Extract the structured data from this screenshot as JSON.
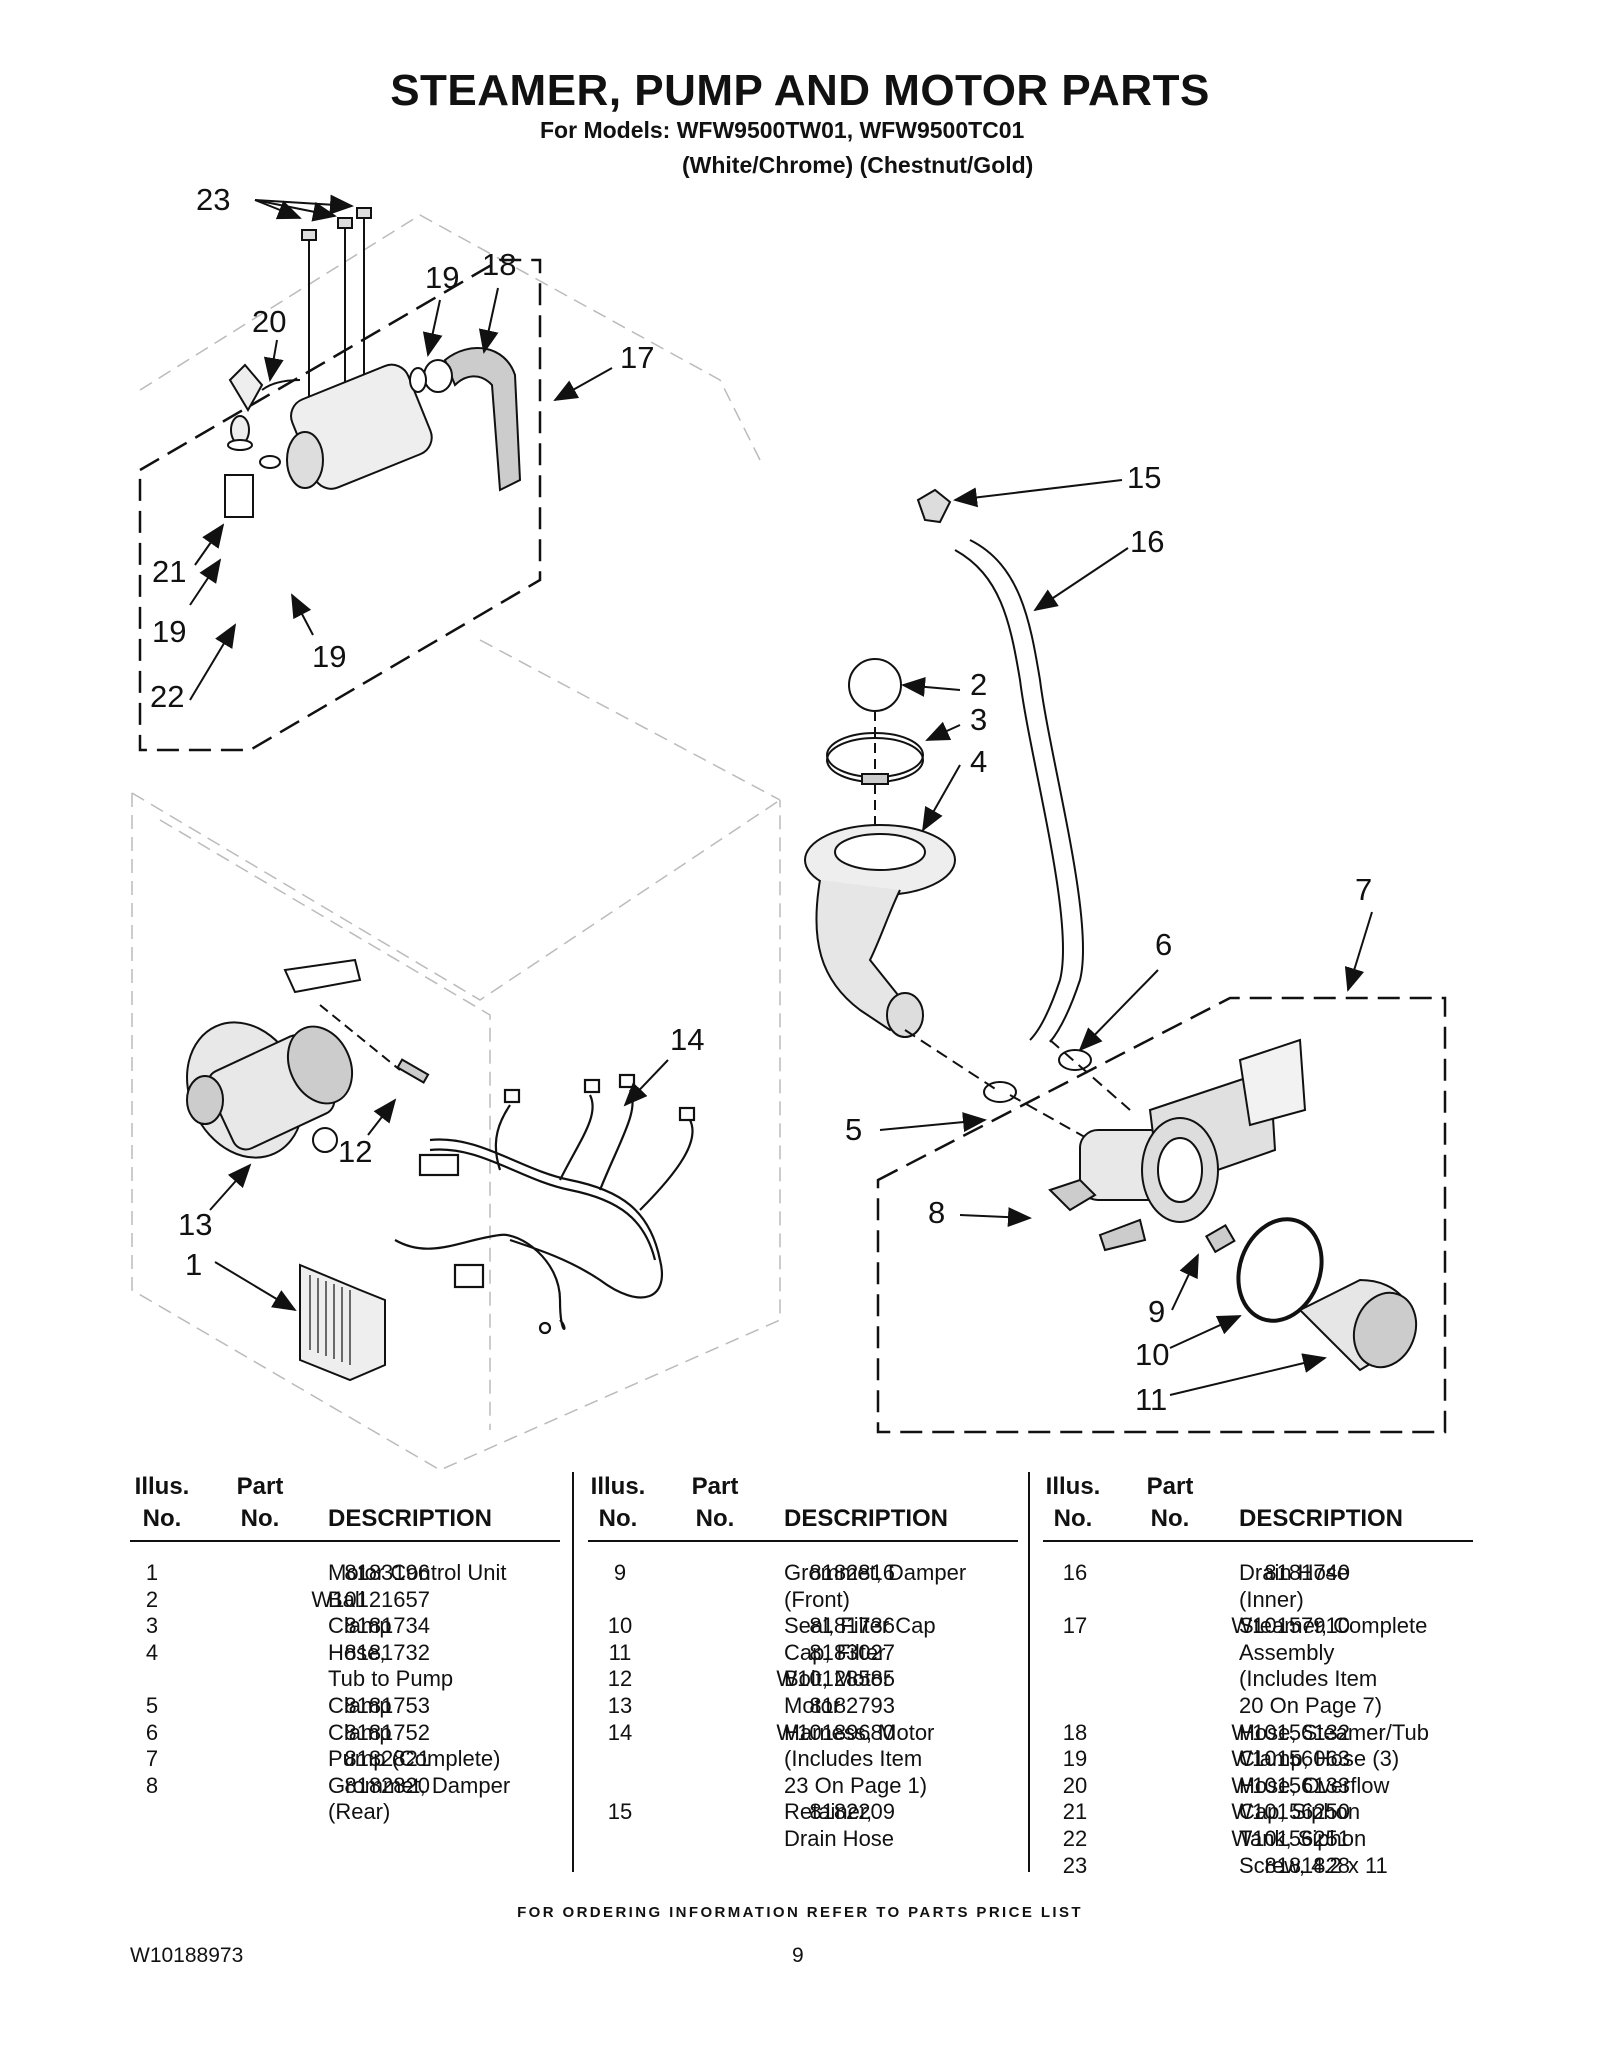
{
  "header": {
    "title": "STEAMER, PUMP AND MOTOR PARTS",
    "models": "For Models: WFW9500TW01, WFW9500TC01",
    "colors": "(White/Chrome) (Chestnut/Gold)"
  },
  "diagram": {
    "callouts": [
      "23",
      "19",
      "18",
      "17",
      "20",
      "21",
      "19",
      "19",
      "22",
      "15",
      "16",
      "2",
      "3",
      "4",
      "7",
      "6",
      "14",
      "5",
      "12",
      "13",
      "1",
      "8",
      "9",
      "10",
      "11"
    ]
  },
  "table": {
    "headers": {
      "illus1": "Illus.",
      "illus2": "No.",
      "part1": "Part",
      "part2": "No.",
      "desc": "DESCRIPTION"
    },
    "columns": [
      {
        "rows": [
          {
            "illus": "1",
            "part": "8183196",
            "desc": [
              "Motor Control Unit"
            ]
          },
          {
            "illus": "2",
            "part": "W10121657",
            "desc": [
              "Ball"
            ]
          },
          {
            "illus": "3",
            "part": "8181734",
            "desc": [
              "Clamp"
            ]
          },
          {
            "illus": "4",
            "part": "8181732",
            "desc": [
              "Hose,",
              "Tub to Pump"
            ]
          },
          {
            "illus": "5",
            "part": "8181753",
            "desc": [
              "Clamp"
            ]
          },
          {
            "illus": "6",
            "part": "8181752",
            "desc": [
              "Clamp"
            ]
          },
          {
            "illus": "7",
            "part": "8182821",
            "desc": [
              "Pump (Complete)"
            ]
          },
          {
            "illus": "8",
            "part": "8182820",
            "desc": [
              "Grommet, Damper",
              "(Rear)"
            ]
          }
        ]
      },
      {
        "rows": [
          {
            "illus": "9",
            "part": "8182816",
            "desc": [
              "Grommet, Damper",
              "(Front)"
            ]
          },
          {
            "illus": "10",
            "part": "8181736",
            "desc": [
              "Seal, Filter Cap"
            ]
          },
          {
            "illus": "11",
            "part": "8183027",
            "desc": [
              "Cap, Filter"
            ]
          },
          {
            "illus": "12",
            "part": "W10128585",
            "desc": [
              "Bolt, Motor"
            ]
          },
          {
            "illus": "13",
            "part": "8182793",
            "desc": [
              "Motor"
            ]
          },
          {
            "illus": "14",
            "part": "W10189680",
            "desc": [
              "Harness, Motor",
              "(Includes Item",
              "23 On Page 1)"
            ]
          },
          {
            "illus": "15",
            "part": "8182209",
            "desc": [
              "Retainer,",
              "Drain Hose"
            ]
          }
        ]
      },
      {
        "rows": [
          {
            "illus": "16",
            "part": "8181740",
            "desc": [
              "Drain Hose",
              "(Inner)"
            ]
          },
          {
            "illus": "17",
            "part": "W10157910",
            "desc": [
              "Steamer, Complete",
              "Assembly",
              "(Includes Item",
              "20 On Page 7)"
            ]
          },
          {
            "illus": "18",
            "part": "W10156132",
            "desc": [
              "Hose, Steamer/Tub"
            ]
          },
          {
            "illus": "19",
            "part": "W10156063",
            "desc": [
              "Clamp, Hose (3)"
            ]
          },
          {
            "illus": "20",
            "part": "W10156133",
            "desc": [
              "Hose, Overflow"
            ]
          },
          {
            "illus": "21",
            "part": "W10156250",
            "desc": [
              "Cap, Siphon"
            ]
          },
          {
            "illus": "22",
            "part": "W10156251",
            "desc": [
              "Tank, Siphon"
            ]
          },
          {
            "illus": "23",
            "part": "8181828",
            "desc": [
              "Screw, 4.2 x 11"
            ]
          }
        ]
      }
    ]
  },
  "footer": {
    "ordering_note": "FOR ORDERING INFORMATION REFER TO PARTS PRICE LIST",
    "doc_number": "W10188973",
    "page_number": "9"
  }
}
